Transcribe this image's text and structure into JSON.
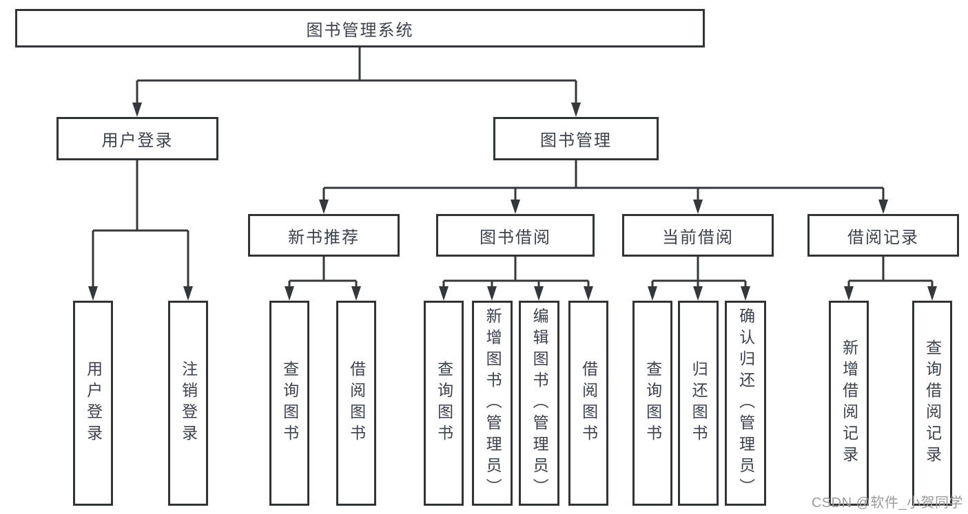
{
  "tree": {
    "label": "图书管理系统",
    "children": [
      {
        "label": "用户登录",
        "children": [
          {
            "label": "用户登录"
          },
          {
            "label": "注销登录"
          }
        ]
      },
      {
        "label": "图书管理",
        "children": [
          {
            "label": "新书推荐",
            "children": [
              {
                "label": "查询图书"
              },
              {
                "label": "借阅图书"
              }
            ]
          },
          {
            "label": "图书借阅",
            "children": [
              {
                "label": "查询图书"
              },
              {
                "label": "新增图书（管理员）"
              },
              {
                "label": "编辑图书（管理员）"
              },
              {
                "label": "借阅图书"
              }
            ]
          },
          {
            "label": "当前借阅",
            "children": [
              {
                "label": "查询图书"
              },
              {
                "label": "归还图书"
              },
              {
                "label": "确认归还（管理员）"
              }
            ]
          },
          {
            "label": "借阅记录",
            "children": [
              {
                "label": "新增借阅记录"
              },
              {
                "label": "查询借阅记录"
              }
            ]
          }
        ]
      }
    ]
  },
  "watermark": "CSDN @软件_小贺同学",
  "colors": {
    "line": "#35383b",
    "box_border": "#313437",
    "text": "#3c424d",
    "watermark": "#9b9b9b",
    "background": "#ffffff"
  }
}
